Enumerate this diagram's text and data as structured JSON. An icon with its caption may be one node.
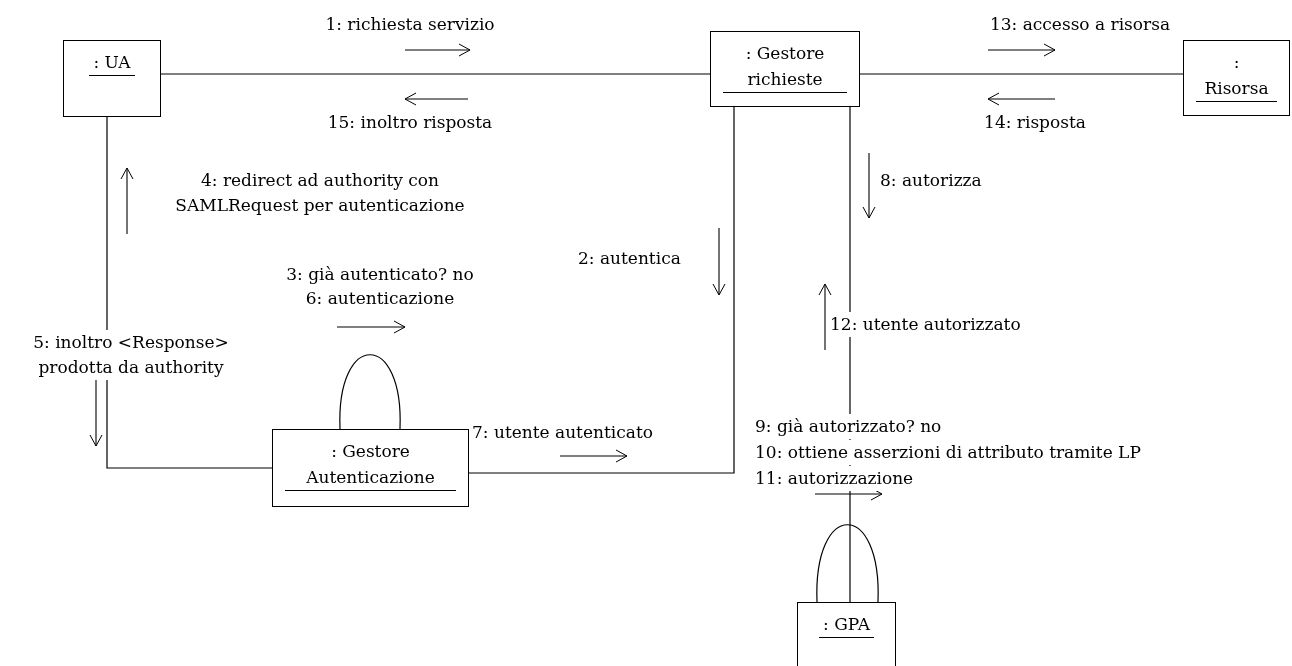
{
  "diagram": {
    "nodes": [
      {
        "text": [
          ": UA"
        ]
      },
      {
        "text": [
          ": Gestore richieste"
        ]
      },
      {
        "text": [
          ": Risorsa"
        ]
      },
      {
        "text": [
          ": Gestore Autenticazione"
        ]
      },
      {
        "text": [
          ": GPA"
        ]
      }
    ],
    "edges": [
      {
        "from": 0,
        "to": 1,
        "arrow": "none"
      },
      {
        "from": 1,
        "to": 2,
        "arrow": "none"
      },
      {
        "from": 0,
        "to": 3,
        "arrow": "none"
      },
      {
        "from": 1,
        "to": 3,
        "arrow": "none"
      },
      {
        "from": 1,
        "to": 4,
        "arrow": "none"
      },
      {
        "from": 3,
        "to": 3,
        "arrow": "none"
      },
      {
        "from": 4,
        "to": 4,
        "arrow": "none"
      }
    ],
    "labels": [
      "1: richiesta servizio",
      "15: inoltro risposta",
      "13: accesso a risorsa",
      "14: risposta",
      "4: redirect ad authority con SAMLRequest per autenticazione",
      "8: autorizza",
      "2: autentica",
      "3: già autenticato? no",
      "6: autenticazione",
      "12: utente autorizzato",
      "5: inoltro <Response> prodotta da authority",
      "7: utente autenticato",
      "9: già autorizzato? no",
      "10: ottiene asserzioni di attributo tramite LP",
      "11: autorizzazione"
    ]
  }
}
